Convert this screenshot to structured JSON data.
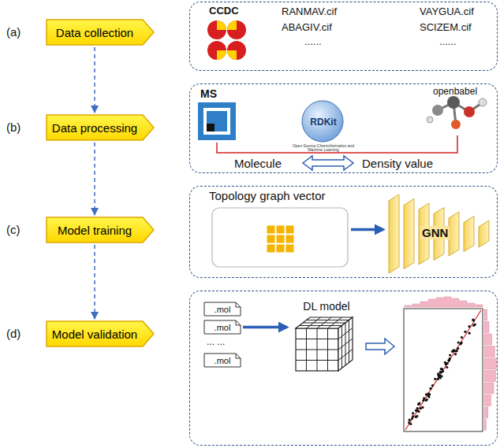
{
  "diagram": {
    "nodes": [
      {
        "text": [
          "Data collection"
        ]
      },
      {
        "text": [
          "Data processing"
        ]
      },
      {
        "text": [
          "Model training"
        ]
      },
      {
        "text": [
          "Model validation"
        ]
      },
      {
        "text": [
          "CCDC",
          "RANMAV.cif",
          "VAYGUA.cif",
          "ABAGIV.cif",
          "SCIZEM.cif",
          "......",
          "......"
        ]
      },
      {
        "text": [
          "MS",
          "RDKit",
          "Open Source Cheminformatics and Machine Learning",
          "openbabel",
          "Molecule",
          "Density value"
        ]
      },
      {
        "text": []
      },
      {
        "text": [
          "Topology graph vector"
        ],
        "in": 6
      },
      {
        "text": [
          "GNN"
        ],
        "in": 6
      },
      {
        "text": []
      },
      {
        "text": [
          ".mol"
        ],
        "in": 9
      },
      {
        "text": [
          ".mol"
        ],
        "in": 9
      },
      {
        "text": [
          ".mol"
        ],
        "in": 9
      },
      {
        "text": [
          "DL model"
        ],
        "in": 9
      }
    ],
    "edges": [
      {
        "from": 0,
        "to": 1,
        "arrow": "to"
      },
      {
        "from": 1,
        "to": 2,
        "arrow": "to"
      },
      {
        "from": 2,
        "to": 3,
        "arrow": "to"
      },
      {
        "from": 7,
        "to": 8,
        "arrow": "to"
      },
      {
        "from": 11,
        "to": 13,
        "arrow": "to"
      }
    ],
    "labels": [
      "(a)",
      "(b)",
      "(c)",
      "(d)",
      "... ..."
    ]
  }
}
